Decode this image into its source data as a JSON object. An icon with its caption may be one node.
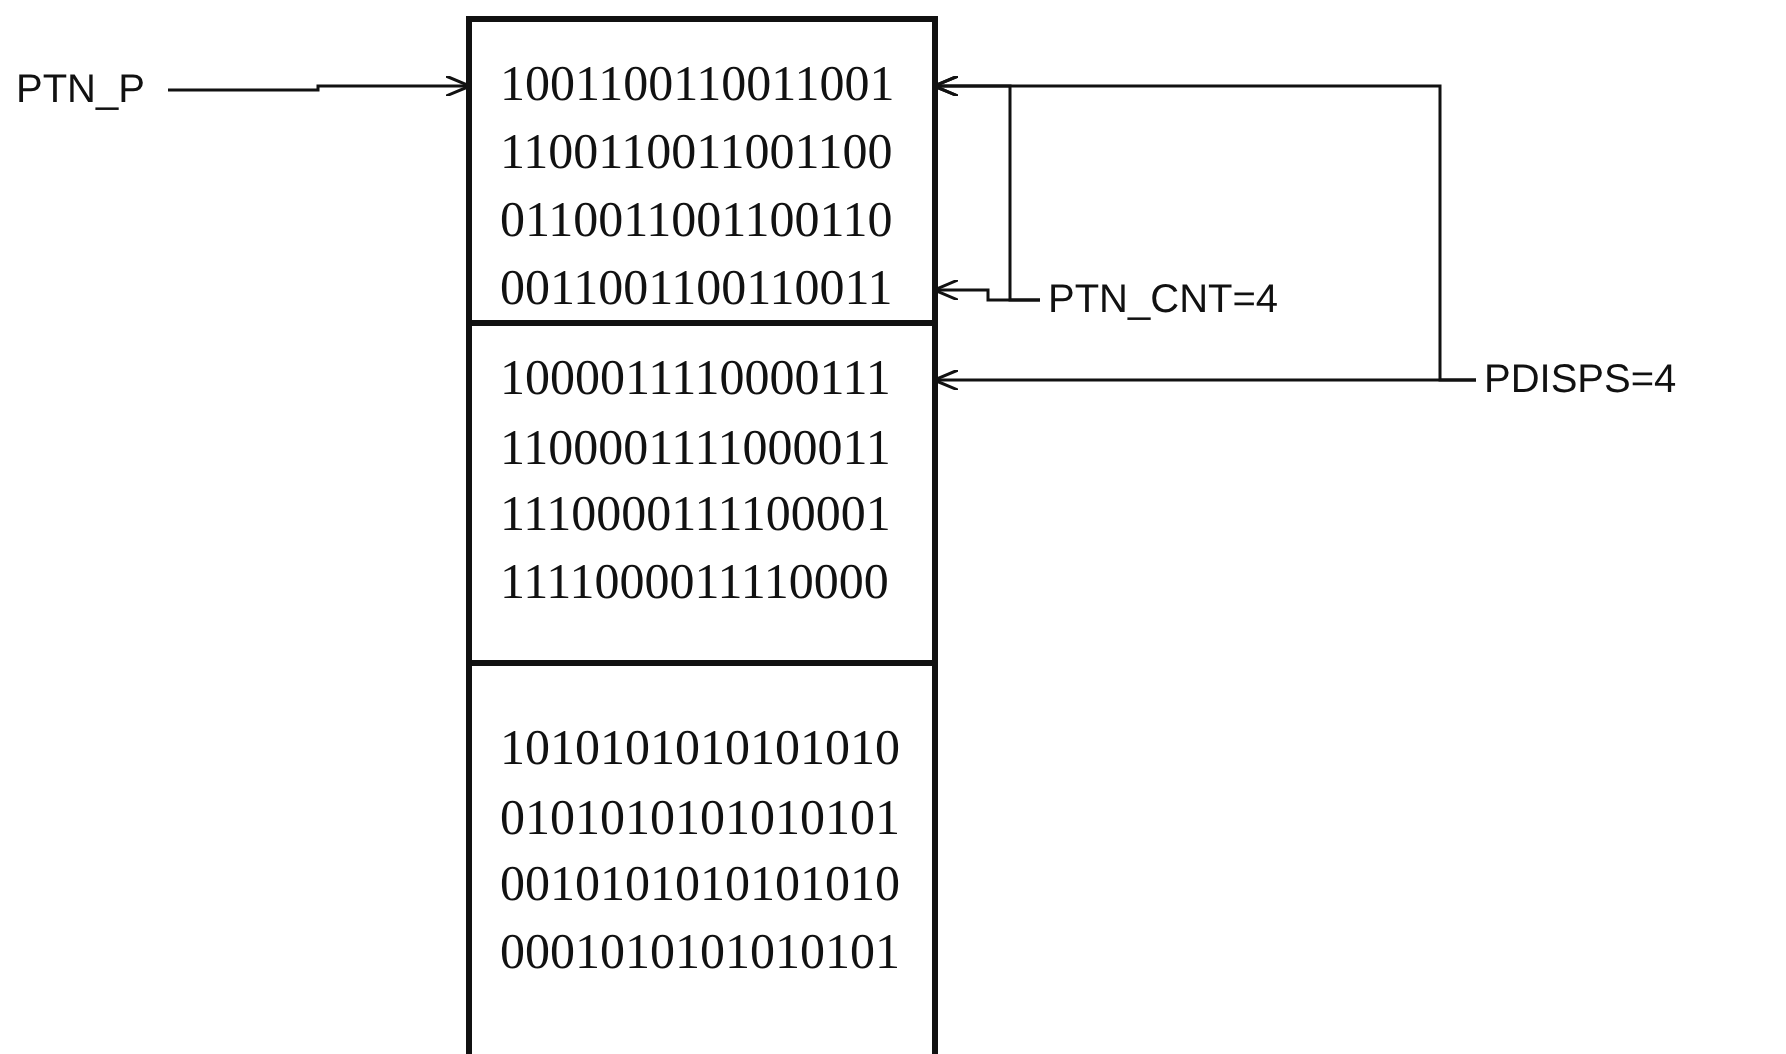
{
  "diagram": {
    "nodes": [
      {
        "text": [
          "PTN_P"
        ]
      },
      {
        "text": [],
        "shape": "box"
      },
      {
        "text": [],
        "shape": "box",
        "in": 1
      },
      {
        "text": [
          "1001100110011001"
        ],
        "in": 2
      },
      {
        "text": [
          "1100110011001100"
        ],
        "in": 2
      },
      {
        "text": [
          "0110011001100110"
        ],
        "in": 2
      },
      {
        "text": [
          "0011001100110011"
        ],
        "in": 2
      },
      {
        "text": [],
        "shape": "box",
        "in": 1
      },
      {
        "text": [
          "1000011110000111"
        ],
        "in": 7
      },
      {
        "text": [
          "1100001111000011"
        ],
        "in": 7
      },
      {
        "text": [
          "1110000111100001"
        ],
        "in": 7
      },
      {
        "text": [
          "1111000011110000"
        ],
        "in": 7
      },
      {
        "text": [],
        "shape": "box",
        "in": 1
      },
      {
        "text": [
          "1010101010101010"
        ],
        "in": 12
      },
      {
        "text": [
          "0101010101010101"
        ],
        "in": 12
      },
      {
        "text": [
          "0010101010101010"
        ],
        "in": 12
      },
      {
        "text": [
          "0001010101010101"
        ],
        "in": 12
      },
      {
        "text": [
          "PTN_CNT=4"
        ]
      },
      {
        "text": [
          "PDISPS=4"
        ]
      }
    ],
    "edges": [
      {
        "from": 0,
        "to": 3,
        "arrow": "to"
      },
      {
        "from": 17,
        "to": 3,
        "arrow": "to"
      },
      {
        "from": 17,
        "to": 6,
        "arrow": "to"
      },
      {
        "from": 18,
        "to": 3,
        "arrow": "to"
      },
      {
        "from": 18,
        "to": 8,
        "arrow": "to"
      }
    ]
  }
}
